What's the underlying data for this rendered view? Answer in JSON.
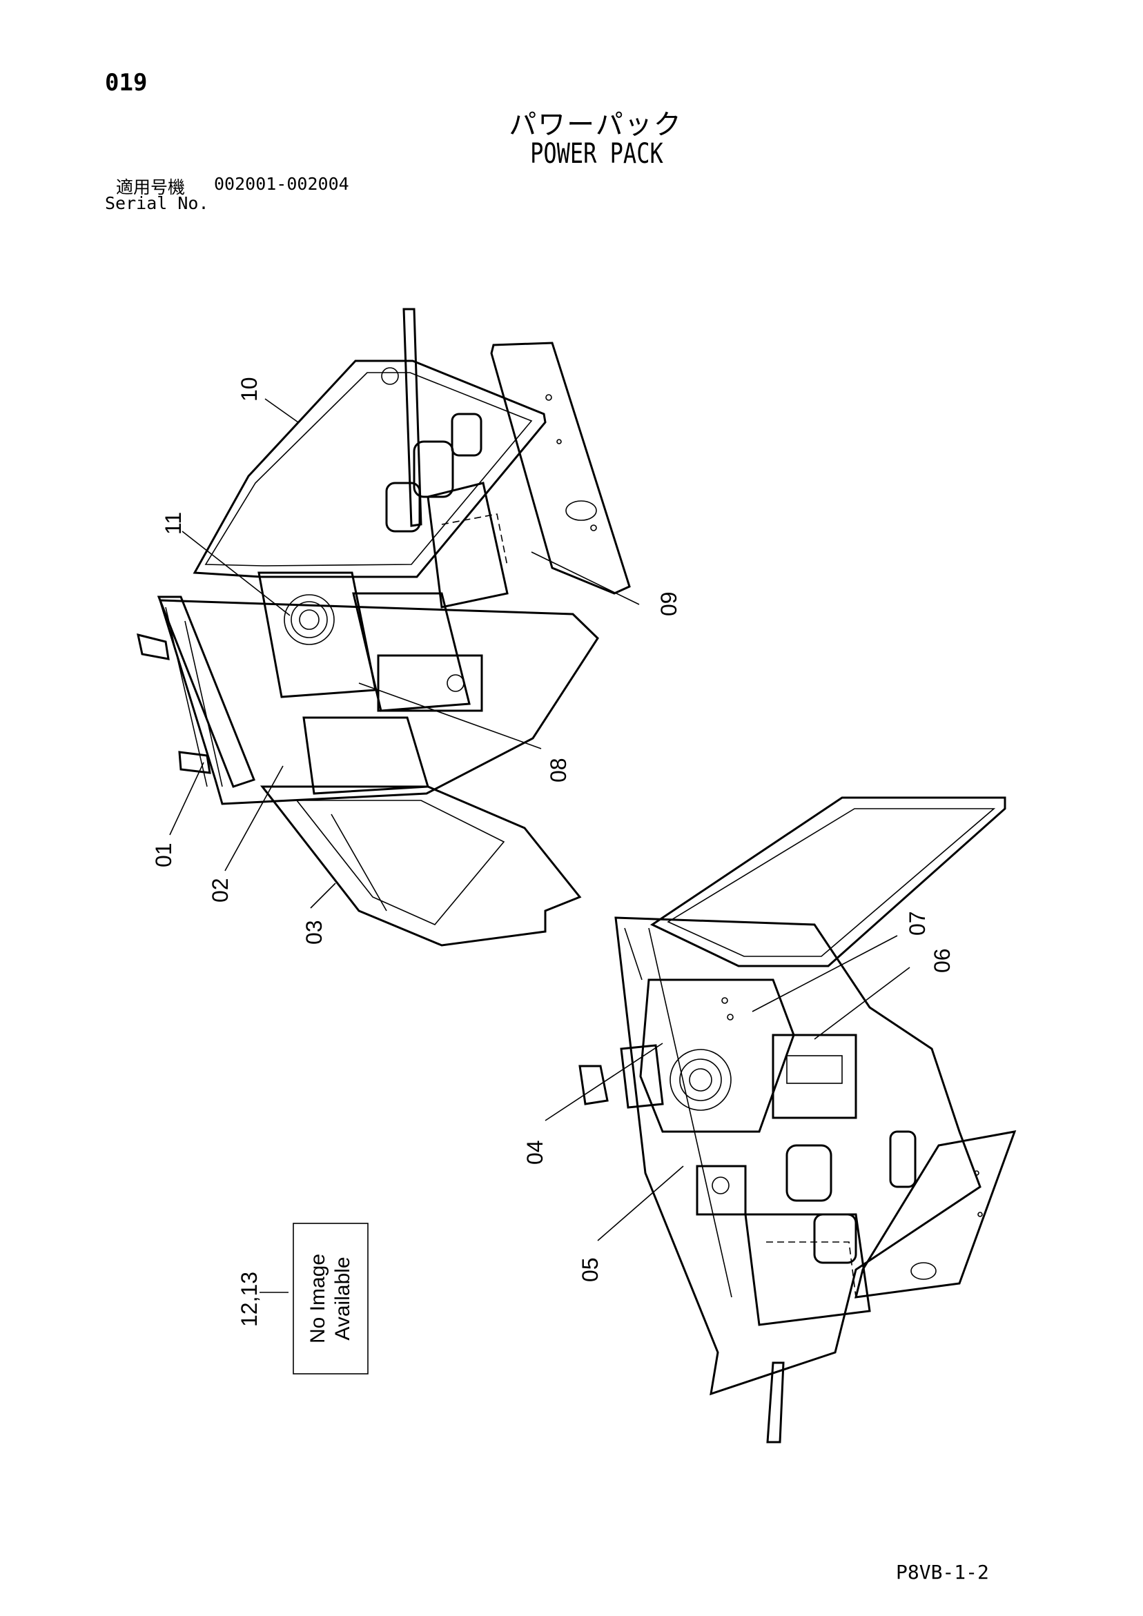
{
  "header": {
    "page_number": "019",
    "title_ja": "パワーパック",
    "title_en": "POWER PACK",
    "serial_label_ja": "適用号機",
    "serial_range": "002001-002004",
    "serial_label_en": "Serial No."
  },
  "callouts": [
    "01",
    "02",
    "03",
    "04",
    "05",
    "06",
    "07",
    "08",
    "09",
    "10",
    "11",
    "12,13"
  ],
  "no_image": {
    "line1": "No Image",
    "line2": "Available"
  },
  "footer": {
    "code": "P8VB-1-2"
  }
}
